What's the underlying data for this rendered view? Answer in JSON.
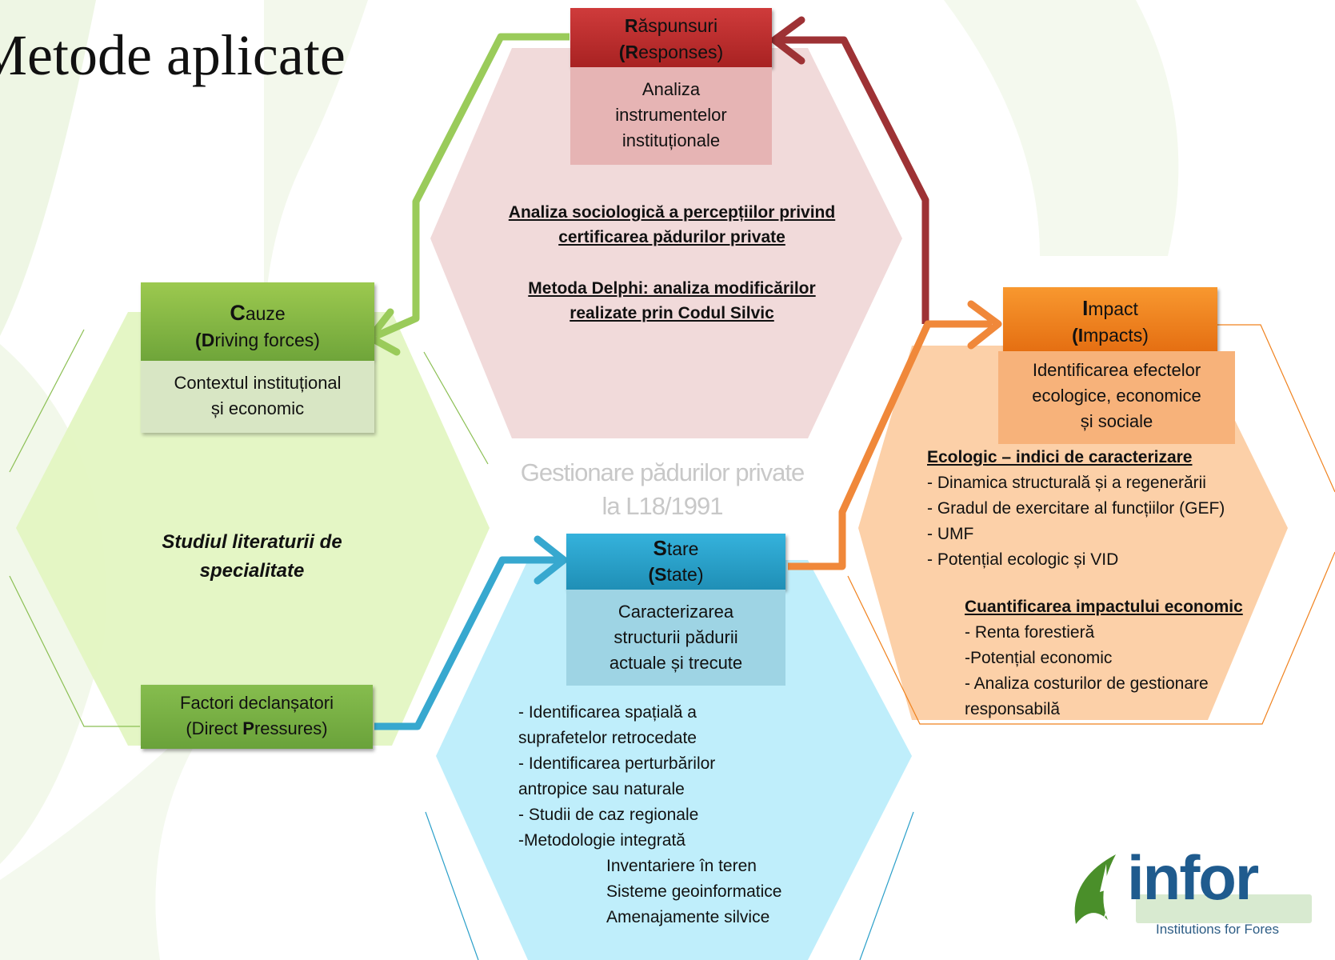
{
  "title": "Metode aplicate",
  "center_label": [
    "Gestionare pădurilor private",
    "la L18/1991"
  ],
  "responses": {
    "header_initial": "R",
    "header_rest": "ăspunsuri",
    "header_en_open": "(",
    "header_en_initial": "R",
    "header_en_rest": "esponses)",
    "body": [
      "Analiza",
      "instrumentelor",
      "instituționale"
    ],
    "methods": [
      "Analiza sociologică a percepțiilor privind",
      "certificarea pădurilor private",
      "Metoda Delphi: analiza modificărilor",
      "realizate prin Codul Silvic"
    ],
    "color": "#c0392b"
  },
  "driving_forces": {
    "header_initial": "C",
    "header_rest": "auze",
    "header_en_open": "(",
    "header_en_initial": "D",
    "header_en_rest": "riving forces)",
    "body": [
      "Contextul instituțional",
      "și economic"
    ],
    "method": [
      "Studiul literaturii de",
      "specialitate"
    ],
    "pressures": [
      "Factori declanșatori",
      "(Direct ",
      "P",
      "ressures)"
    ],
    "color": "#7cb342"
  },
  "state": {
    "header_initial": "S",
    "header_rest": "tare",
    "header_en_open": "(",
    "header_en_initial": "S",
    "header_en_rest": "tate)",
    "body": [
      "Caracterizarea",
      "structurii pădurii",
      "actuale și trecute"
    ],
    "items": [
      "-  Identificarea spațială a",
      "suprafetelor retrocedate",
      "- Identificarea perturbărilor",
      "antropice sau naturale",
      "-  Studii de caz regionale",
      "-Metodologie integrată"
    ],
    "sub_items": [
      "Inventariere în teren",
      "Sisteme geoinformatice",
      "Amenajamente silvice"
    ],
    "color": "#2a9fc9"
  },
  "impacts": {
    "header_initial": "I",
    "header_rest": "mpact",
    "header_en_open": "(",
    "header_en_initial": "I",
    "header_en_rest": "mpacts)",
    "body": [
      "Identificarea efectelor",
      "ecologice, economice",
      "și sociale"
    ],
    "ecologic_heading": "Ecologic –  indici de caracterizare",
    "ecologic_items": [
      "- Dinamica structurală și a regenerării",
      "- Gradul de exercitare al funcțiilor (GEF)",
      "- UMF",
      "- Potențial ecologic și VID"
    ],
    "economic_heading": "Cuantificarea impactului economic",
    "economic_items": [
      "- Renta forestieră",
      "-Potențial economic",
      "- Analiza costurilor de gestionare",
      "responsabilă"
    ],
    "color": "#f0821e"
  },
  "logo": {
    "name": "infor",
    "tagline": "Institutions for Fores"
  }
}
